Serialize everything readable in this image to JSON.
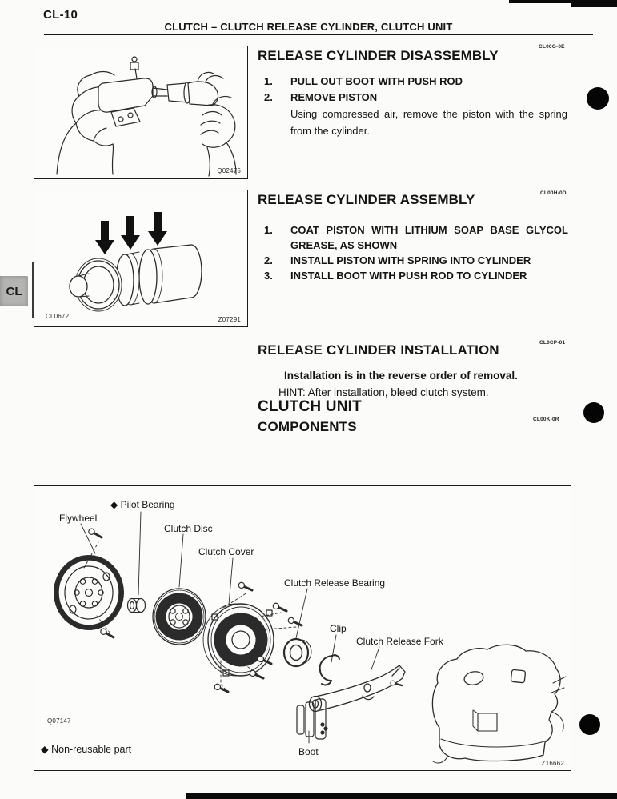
{
  "page": {
    "number": "CL-10",
    "header": "CLUTCH  –  CLUTCH RELEASE CYLINDER, CLUTCH UNIT",
    "side_tab": "CL"
  },
  "disassembly": {
    "title": "RELEASE CYLINDER DISASSEMBLY",
    "code": "CL00G-0E",
    "figure_code": "Q02475",
    "step1_num": "1.",
    "step1": "PULL OUT BOOT WITH PUSH ROD",
    "step2_num": "2.",
    "step2": "REMOVE PISTON",
    "step2_detail": "Using compressed air, remove the piston with the spring from the cylinder."
  },
  "assembly": {
    "title": "RELEASE CYLINDER ASSEMBLY",
    "code": "CL00H-0D",
    "figure_code_left": "CL0672",
    "figure_code_right": "Z07291",
    "step1_num": "1.",
    "step1": "COAT PISTON WITH LITHIUM SOAP BASE GLYCOL GREASE, AS SHOWN",
    "step2_num": "2.",
    "step2": "INSTALL PISTON WITH SPRING INTO CYLINDER",
    "step3_num": "3.",
    "step3": "INSTALL BOOT WITH PUSH ROD TO CYLINDER"
  },
  "installation": {
    "title": "RELEASE CYLINDER INSTALLATION",
    "code": "CL0CP-01",
    "note": "Installation is in the reverse order of removal.",
    "hint": "HINT: After installation, bleed clutch system."
  },
  "clutch_unit": {
    "title": "CLUTCH UNIT",
    "subtitle": "COMPONENTS",
    "code": "CL00K-0R"
  },
  "components_figure": {
    "labels": {
      "pilot_bearing": "◆ Pilot Bearing",
      "flywheel": "Flywheel",
      "clutch_disc": "Clutch Disc",
      "clutch_cover": "Clutch Cover",
      "clutch_release_bearing": "Clutch Release Bearing",
      "clip": "Clip",
      "clutch_release_fork": "Clutch Release Fork",
      "boot": "Boot"
    },
    "legend": "◆ Non-reusable part",
    "figure_code_left": "Q07147",
    "figure_code_right": "Z16662"
  }
}
